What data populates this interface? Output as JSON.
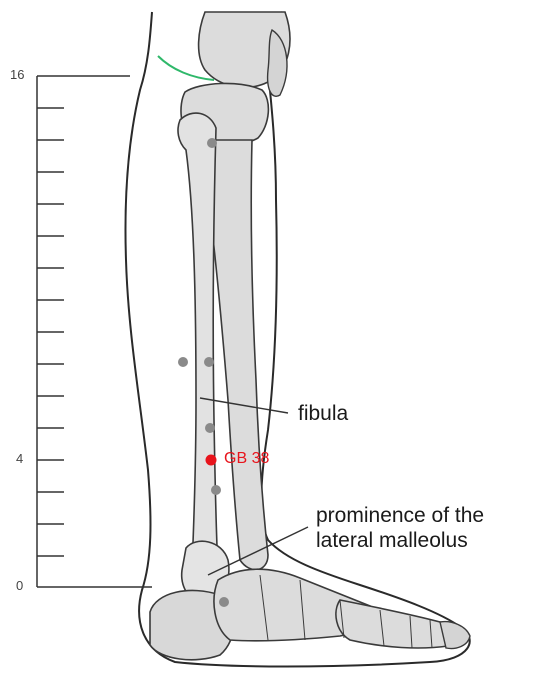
{
  "scale": {
    "labels": [
      {
        "value": 16,
        "text": "16"
      },
      {
        "value": 4,
        "text": "4"
      },
      {
        "value": 0,
        "text": "0"
      }
    ],
    "min": 0,
    "max": 16
  },
  "callouts": {
    "fibula": "fibula",
    "malleolus_line1": "prominence of the",
    "malleolus_line2": "lateral malleolus"
  },
  "acupoint": {
    "label": "GB 38",
    "color": "#e8141c"
  },
  "colors": {
    "bone_fill": "#dcdcdc",
    "bone_stroke": "#3a3a3a",
    "outline": "#2a2a2a",
    "marker": "#8a8a8a",
    "highlight_line": "#2fb86a"
  }
}
